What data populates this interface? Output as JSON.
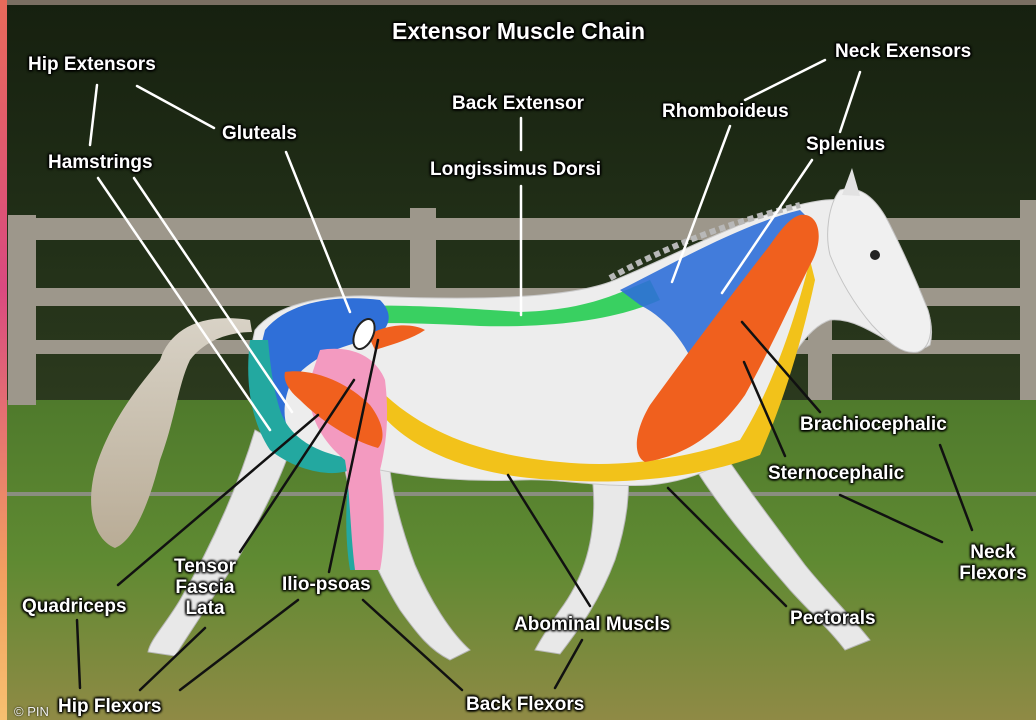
{
  "title": "Extensor Muscle Chain",
  "labels": {
    "hip_extensors": "Hip Extensors",
    "gluteals": "Gluteals",
    "hamstrings": "Hamstrings",
    "back_extensor": "Back Extensor",
    "longissimus_dorsi": "Longissimus Dorsi",
    "rhomboideus": "Rhomboideus",
    "neck_exensors": "Neck Exensors",
    "splenius": "Splenius",
    "brachiocephalic": "Brachiocephalic",
    "sternocephalic": "Sternocephalic",
    "neck_flexors_1": "Neck",
    "neck_flexors_2": "Flexors",
    "quadriceps": "Quadriceps",
    "tensor_1": "Tensor",
    "tensor_2": "Fascia",
    "tensor_3": "Lata",
    "ilio_psoas": "Ilio-psoas",
    "abominal": "Abominal Muscls",
    "pectorals": "Pectorals",
    "hip_flexors": "Hip Flexors",
    "back_flexors": "Back Flexors"
  },
  "watermark": "© PIN",
  "colors": {
    "extensor_blue": "#2f6fd8",
    "green": "#2fcf5a",
    "orange": "#f0601e",
    "pink": "#f39ac0",
    "yellow": "#f2c21a",
    "teal": "#23a8a0",
    "horse_white": "#ededed"
  }
}
